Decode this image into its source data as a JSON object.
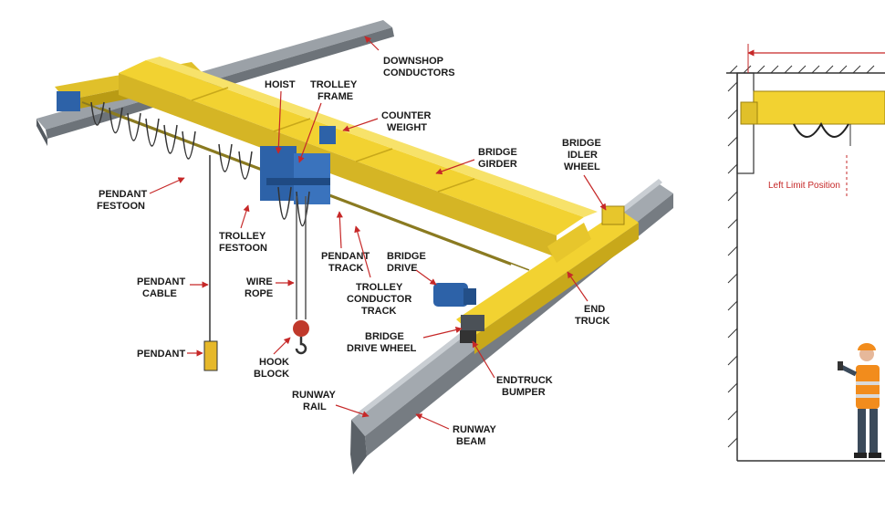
{
  "colors": {
    "crane_yellow": "#f2d231",
    "crane_yellow_dark": "#c8a81a",
    "steel_gray": "#8c9399",
    "steel_dark": "#4b5157",
    "hoist_blue": "#2d62a8",
    "hook_red": "#c0392b",
    "leader_red": "#c62828",
    "label_text": "#1a1a1a"
  },
  "labels": {
    "downshop_conductors": [
      "DOWNSHOP",
      "CONDUCTORS"
    ],
    "hoist": [
      "HOIST"
    ],
    "trolley_frame": [
      "TROLLEY",
      "FRAME"
    ],
    "counter_weight": [
      "COUNTER",
      "WEIGHT"
    ],
    "bridge_girder": [
      "BRIDGE",
      "GIRDER"
    ],
    "bridge_idler_wheel": [
      "BRIDGE",
      "IDLER",
      "WHEEL"
    ],
    "pendant_festoon": [
      "PENDANT",
      "FESTOON"
    ],
    "trolley_festoon": [
      "TROLLEY",
      "FESTOON"
    ],
    "pendant_track": [
      "PENDANT",
      "TRACK"
    ],
    "bridge_drive": [
      "BRIDGE",
      "DRIVE"
    ],
    "pendant_cable": [
      "PENDANT",
      "CABLE"
    ],
    "wire_rope": [
      "WIRE",
      "ROPE"
    ],
    "trolley_conductor_track": [
      "TROLLEY",
      "CONDUCTOR",
      "TRACK"
    ],
    "end_truck": [
      "END",
      "TRUCK"
    ],
    "bridge_drive_wheel": [
      "BRIDGE",
      "DRIVE WHEEL"
    ],
    "pendant": [
      "PENDANT"
    ],
    "hook_block": [
      "HOOK",
      "BLOCK"
    ],
    "endtruck_bumper": [
      "ENDTRUCK",
      "BUMPER"
    ],
    "runway_rail": [
      "RUNWAY",
      "RAIL"
    ],
    "runway_beam": [
      "RUNWAY",
      "BEAM"
    ]
  },
  "side_view": {
    "limit_label": "Left Limit Position"
  },
  "icons": [
    "arrow-icon",
    "hook-icon",
    "worker-figure-icon"
  ]
}
